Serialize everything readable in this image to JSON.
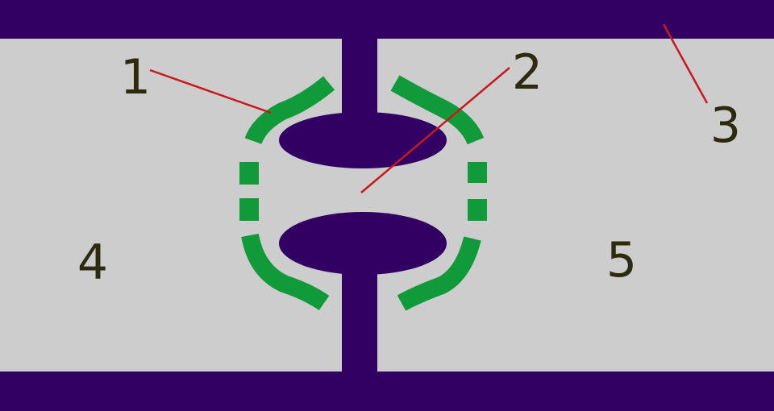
{
  "colors": {
    "background": "#cdcdcd",
    "wall": "#320063",
    "junction": "#119a3a",
    "leader": "#c8191e",
    "text": "#2c2a0f"
  },
  "labels": {
    "l1": "1",
    "l2": "2",
    "l3": "3",
    "l4": "4",
    "l5": "5"
  }
}
